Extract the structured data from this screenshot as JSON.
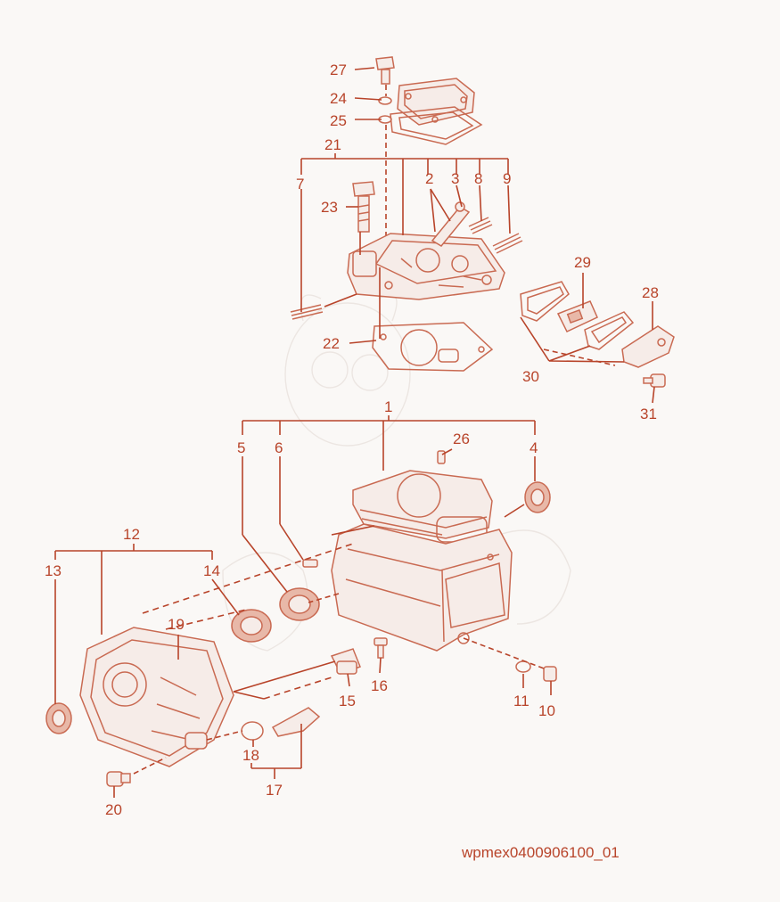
{
  "diagram": {
    "image_code": "wpmex0400906100_01",
    "labels": {
      "1": "1",
      "2": "2",
      "3": "3",
      "4": "4",
      "5": "5",
      "6": "6",
      "7": "7",
      "8": "8",
      "9": "9",
      "10": "10",
      "11": "11",
      "12": "12",
      "13": "13",
      "14": "14",
      "15": "15",
      "16": "16",
      "17": "17",
      "18": "18",
      "19": "19",
      "20": "20",
      "21": "21",
      "22": "22",
      "23": "23",
      "24": "24",
      "25": "25",
      "26": "26",
      "27": "27",
      "28": "28",
      "29": "29",
      "30": "30",
      "31": "31"
    }
  }
}
